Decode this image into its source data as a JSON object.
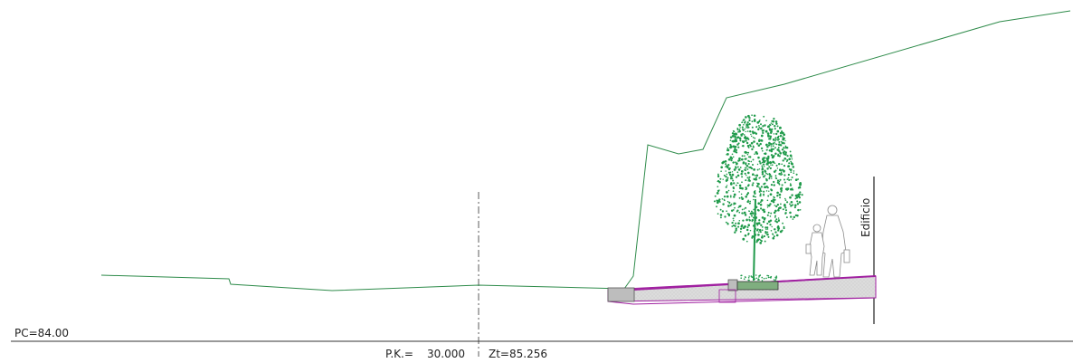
{
  "labels": {
    "reference_plane": "PC=84.00",
    "chainage_label": "P.K.=",
    "chainage_value": "30.000",
    "terrain_elevation": "Zt=85.256",
    "building": "Edificio"
  },
  "colors": {
    "terrain_line": "#2e8b4a",
    "tree": "#1f9a4a",
    "pavement_outline": "#a020a0",
    "pavement_fill": "#d9d9d9",
    "curb": "#bdbdbd",
    "people": "#8c8c8c",
    "datum_line": "#333333"
  },
  "icons": {
    "tree": "tree-icon",
    "pedestrians": "pedestrians-icon"
  }
}
